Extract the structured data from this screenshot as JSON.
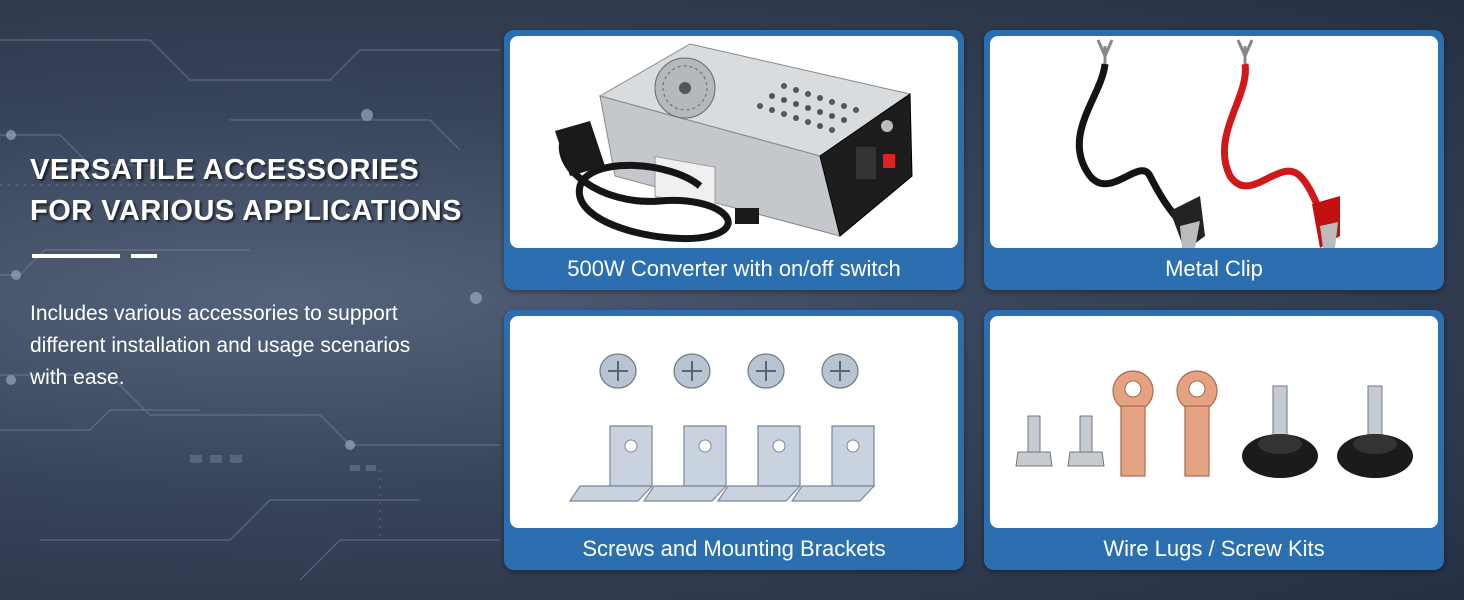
{
  "headline": {
    "line1": "VERSATILE ACCESSORIES",
    "line2": "FOR VARIOUS APPLICATIONS"
  },
  "description": "Includes various accessories to support different installation and usage scenarios with ease.",
  "cards": [
    {
      "caption": "500W Converter with on/off switch",
      "image": "power-supply-with-cord"
    },
    {
      "caption": "Metal Clip",
      "image": "red-black-alligator-clip-cables"
    },
    {
      "caption": "Screws and Mounting Brackets",
      "image": "screws-and-l-brackets"
    },
    {
      "caption": "Wire Lugs / Screw Kits",
      "image": "bolts-copper-lugs-knobs"
    }
  ],
  "colors": {
    "card_blue": "#2b6fb0",
    "background": "#38445a",
    "text": "#ffffff"
  }
}
